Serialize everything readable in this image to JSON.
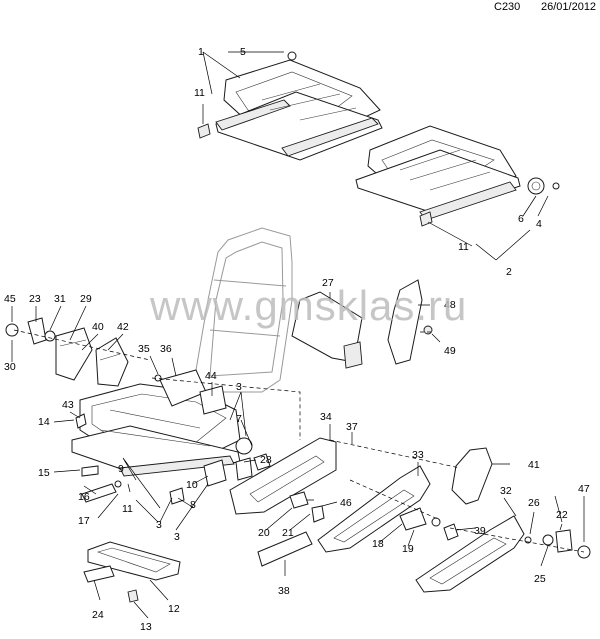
{
  "header": {
    "ref": "C230",
    "date": "26/01/2012"
  },
  "watermark": "www.gmsklas.ru",
  "callouts": {
    "c1": "1",
    "c5": "5",
    "c11a": "11",
    "c6": "6",
    "c4": "4",
    "c11b": "11",
    "c2": "2",
    "c27": "27",
    "c48": "48",
    "c49": "49",
    "c45": "45",
    "c23": "23",
    "c31": "31",
    "c29": "29",
    "c30": "30",
    "c40": "40",
    "c42": "42",
    "c35": "35",
    "c36": "36",
    "c44": "44",
    "c43": "43",
    "c14": "14",
    "c3a": "3",
    "c7": "7",
    "c34": "34",
    "c37": "37",
    "c15": "15",
    "c9": "9",
    "c10": "10",
    "c28": "28",
    "c33": "33",
    "c41": "41",
    "c16": "16",
    "c11c": "11",
    "c8": "8",
    "c46": "46",
    "c32": "32",
    "c26": "26",
    "c47": "47",
    "c17": "17",
    "c3b": "3",
    "c20": "20",
    "c21": "21",
    "c18": "18",
    "c19": "19",
    "c39": "39",
    "c22": "22",
    "c25": "25",
    "c38": "38",
    "c24": "24",
    "c12": "12",
    "c13": "13"
  }
}
